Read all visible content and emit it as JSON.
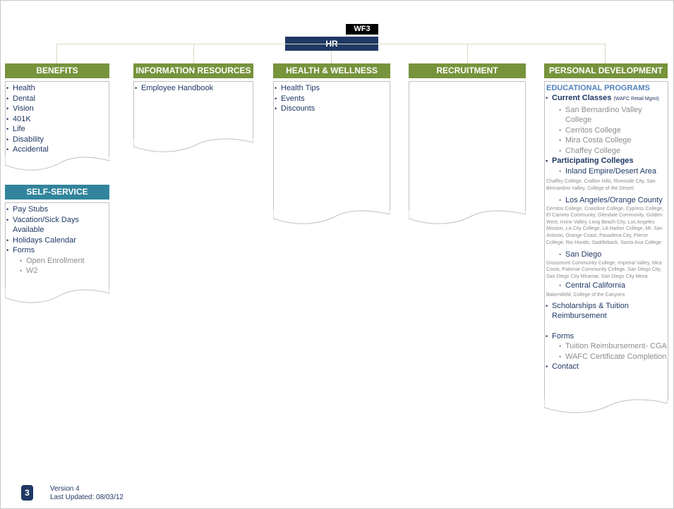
{
  "header": {
    "tag": "WF3",
    "root": "HR"
  },
  "benefits": {
    "title": "BENEFITS",
    "items": [
      "Health",
      "Dental",
      "Vision",
      "401K",
      "Life",
      "Disability",
      "Accidental"
    ]
  },
  "self_service": {
    "title": "SELF-SERVICE",
    "items": [
      "Pay Stubs",
      "Vacation/Sick Days Available",
      "Holidays Calendar",
      "Forms"
    ],
    "forms_sub": [
      "Open Enrollment",
      "W2"
    ]
  },
  "info_resources": {
    "title": "INFORMATION RESOURCES",
    "items": [
      "Employee Handbook"
    ]
  },
  "health_wellness": {
    "title": "HEALTH & WELLNESS",
    "items": [
      "Health Tips",
      "Events",
      "Discounts"
    ]
  },
  "recruitment": {
    "title": "RECRUITMENT"
  },
  "personal_dev": {
    "title": "PERSONAL DEVELOPMENT",
    "edu_title": "EDUCATIONAL PROGRAMS",
    "current_classes": "Current Classes",
    "current_classes_note": "(WAFC Retail Mgmt)",
    "colleges": [
      "San Bernardino Valley College",
      "Cerritos College",
      "Mira Costa College",
      "Chaffey College"
    ],
    "participating": "Participating Colleges",
    "areas": [
      {
        "name": "Inland Empire/Desert Area",
        "list": "Chaffey College, Crafton Hills, Riverside City, San Bernardino Valley, College of the Desert"
      },
      {
        "name": "Los Angeles/Orange County",
        "list": "Cerritos College, Coastline College, Cypress College, El Camino Community, Glendale Community, Golden West, Irvine Valley, Long Beach City, Los Angeles Mission, LA City College, LA Harbor College, Mt. San Antonio, Orange Coast, Pasadena City, Pierce College, Rio Hondo, Saddleback, Santa Ana College"
      },
      {
        "name": "San Diego",
        "list": "Grossmont Community College, Imperial Valley, Mira Costa, Palomar Community College, San Diego City, San Diego City Miramar, San Diego City Mesa"
      },
      {
        "name": "Central California",
        "list": "Bakersfield, College of the Canyons"
      }
    ],
    "scholarships": "Scholarships & Tuition Reimbursement",
    "forms": "Forms",
    "forms_sub": [
      "Tuition Reimbursement- CGA",
      "WAFC Certificate Completion"
    ],
    "contact": "Contact"
  },
  "footer": {
    "page": "3",
    "version": "Version 4",
    "updated": "Last Updated: 08/03/12"
  }
}
